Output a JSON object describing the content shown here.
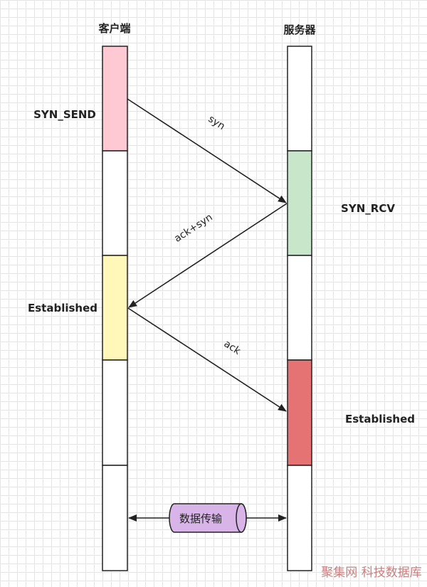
{
  "client": {
    "title": "客户端",
    "segments": [
      {
        "fill": "#ffc9d3"
      },
      {
        "fill": "#ffffff"
      },
      {
        "fill": "#fff8b8"
      },
      {
        "fill": "#ffffff"
      },
      {
        "fill": "#ffffff"
      }
    ],
    "state_labels": [
      "SYN_SEND",
      "Established"
    ]
  },
  "server": {
    "title": "服务器",
    "segments": [
      {
        "fill": "#ffffff"
      },
      {
        "fill": "#c8e6c9"
      },
      {
        "fill": "#ffffff"
      },
      {
        "fill": "#e57373"
      },
      {
        "fill": "#ffffff"
      }
    ],
    "state_labels": [
      "SYN_RCV",
      "Established"
    ]
  },
  "messages": [
    {
      "label": "syn"
    },
    {
      "label": "ack+syn"
    },
    {
      "label": "ack"
    }
  ],
  "data_transfer": {
    "label": "数据传输",
    "fill": "#d8b4e8"
  },
  "watermark": "聚集网 科技数据库"
}
